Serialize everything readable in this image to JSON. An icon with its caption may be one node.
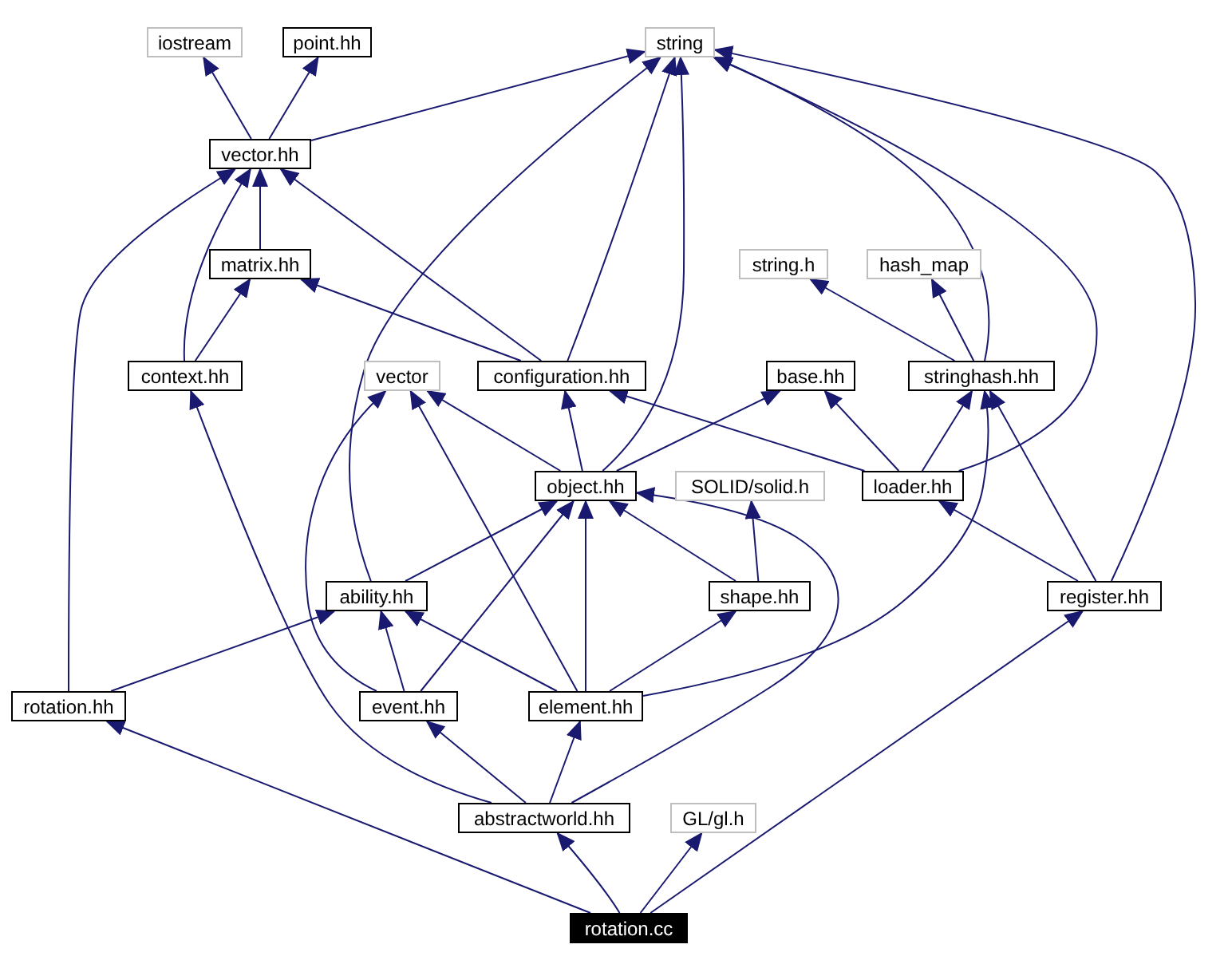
{
  "diagram": {
    "nodes": [
      {
        "text": [
          "iostream"
        ]
      },
      {
        "text": [
          "point.hh"
        ]
      },
      {
        "text": [
          "string"
        ]
      },
      {
        "text": [
          "vector.hh"
        ]
      },
      {
        "text": [
          "matrix.hh"
        ]
      },
      {
        "text": [
          "string.h"
        ]
      },
      {
        "text": [
          "hash_map"
        ]
      },
      {
        "text": [
          "context.hh"
        ]
      },
      {
        "text": [
          "vector"
        ]
      },
      {
        "text": [
          "configuration.hh"
        ]
      },
      {
        "text": [
          "base.hh"
        ]
      },
      {
        "text": [
          "stringhash.hh"
        ]
      },
      {
        "text": [
          "object.hh"
        ]
      },
      {
        "text": [
          "SOLID/solid.h"
        ]
      },
      {
        "text": [
          "loader.hh"
        ]
      },
      {
        "text": [
          "ability.hh"
        ]
      },
      {
        "text": [
          "shape.hh"
        ]
      },
      {
        "text": [
          "register.hh"
        ]
      },
      {
        "text": [
          "rotation.hh"
        ]
      },
      {
        "text": [
          "event.hh"
        ]
      },
      {
        "text": [
          "element.hh"
        ]
      },
      {
        "text": [
          "abstractworld.hh"
        ]
      },
      {
        "text": [
          "GL/gl.h"
        ]
      },
      {
        "text": [
          "rotation.cc"
        ]
      }
    ],
    "edges": [
      {
        "from": 3,
        "to": 0,
        "arrow": "to"
      },
      {
        "from": 3,
        "to": 1,
        "arrow": "to"
      },
      {
        "from": 3,
        "to": 2,
        "arrow": "to"
      },
      {
        "from": 4,
        "to": 3,
        "arrow": "to"
      },
      {
        "from": 7,
        "to": 3,
        "arrow": "to"
      },
      {
        "from": 7,
        "to": 4,
        "arrow": "to"
      },
      {
        "from": 9,
        "to": 2,
        "arrow": "to"
      },
      {
        "from": 9,
        "to": 3,
        "arrow": "to"
      },
      {
        "from": 9,
        "to": 4,
        "arrow": "to"
      },
      {
        "from": 11,
        "to": 2,
        "arrow": "to"
      },
      {
        "from": 11,
        "to": 5,
        "arrow": "to"
      },
      {
        "from": 11,
        "to": 6,
        "arrow": "to"
      },
      {
        "from": 12,
        "to": 2,
        "arrow": "to"
      },
      {
        "from": 12,
        "to": 8,
        "arrow": "to"
      },
      {
        "from": 12,
        "to": 9,
        "arrow": "to"
      },
      {
        "from": 12,
        "to": 10,
        "arrow": "to"
      },
      {
        "from": 14,
        "to": 9,
        "arrow": "to"
      },
      {
        "from": 14,
        "to": 10,
        "arrow": "to"
      },
      {
        "from": 14,
        "to": 11,
        "arrow": "to"
      },
      {
        "from": 14,
        "to": 2,
        "arrow": "to"
      },
      {
        "from": 15,
        "to": 2,
        "arrow": "to"
      },
      {
        "from": 15,
        "to": 12,
        "arrow": "to"
      },
      {
        "from": 16,
        "to": 12,
        "arrow": "to"
      },
      {
        "from": 16,
        "to": 13,
        "arrow": "to"
      },
      {
        "from": 17,
        "to": 14,
        "arrow": "to"
      },
      {
        "from": 17,
        "to": 11,
        "arrow": "to"
      },
      {
        "from": 17,
        "to": 2,
        "arrow": "to"
      },
      {
        "from": 18,
        "to": 3,
        "arrow": "to"
      },
      {
        "from": 18,
        "to": 15,
        "arrow": "to"
      },
      {
        "from": 19,
        "to": 8,
        "arrow": "to"
      },
      {
        "from": 19,
        "to": 15,
        "arrow": "to"
      },
      {
        "from": 19,
        "to": 12,
        "arrow": "to"
      },
      {
        "from": 20,
        "to": 8,
        "arrow": "to"
      },
      {
        "from": 20,
        "to": 12,
        "arrow": "to"
      },
      {
        "from": 20,
        "to": 15,
        "arrow": "to"
      },
      {
        "from": 20,
        "to": 16,
        "arrow": "to"
      },
      {
        "from": 20,
        "to": 11,
        "arrow": "to"
      },
      {
        "from": 21,
        "to": 7,
        "arrow": "to"
      },
      {
        "from": 21,
        "to": 19,
        "arrow": "to"
      },
      {
        "from": 21,
        "to": 20,
        "arrow": "to"
      },
      {
        "from": 21,
        "to": 12,
        "arrow": "to"
      },
      {
        "from": 23,
        "to": 18,
        "arrow": "to"
      },
      {
        "from": 23,
        "to": 21,
        "arrow": "to"
      },
      {
        "from": 23,
        "to": 22,
        "arrow": "to"
      },
      {
        "from": 23,
        "to": 17,
        "arrow": "to"
      }
    ]
  }
}
